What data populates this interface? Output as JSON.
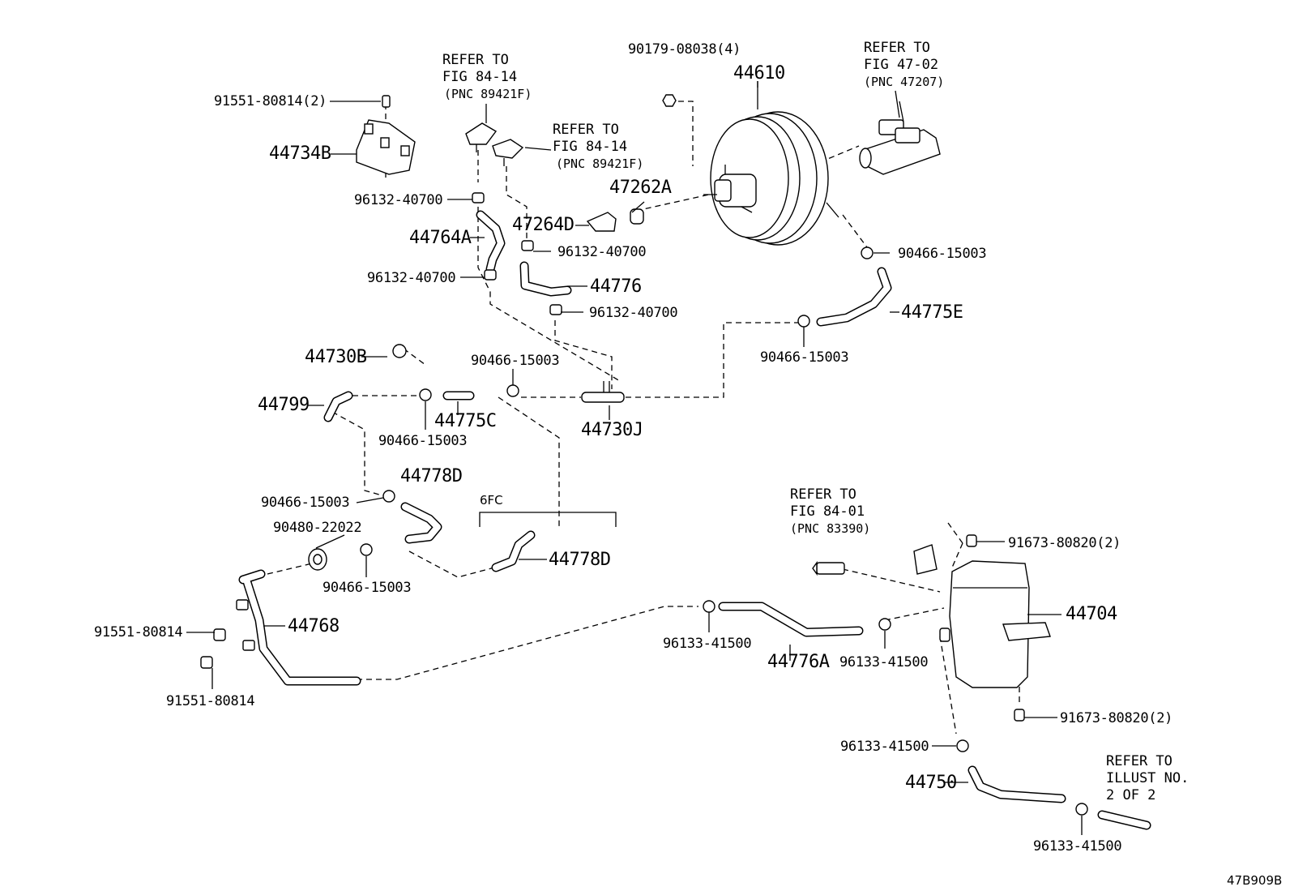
{
  "labels": {
    "p_44610": "44610",
    "p_44734B": "44734B",
    "p_44764A": "44764A",
    "p_47264D": "47264D",
    "p_47262A": "47262A",
    "p_44776": "44776",
    "p_44775E": "44775E",
    "p_44730B": "44730B",
    "p_44799": "44799",
    "p_44775C": "44775C",
    "p_44730J": "44730J",
    "p_44778D_a": "44778D",
    "p_44778D_b": "44778D",
    "p_44768": "44768",
    "p_44776A": "44776A",
    "p_44704": "44704",
    "p_44750": "44750",
    "n_91551_80814_2": "91551-80814(2)",
    "n_90179_08038_4": "90179-08038(4)",
    "n_96132_40700_a": "96132-40700",
    "n_96132_40700_b": "96132-40700",
    "n_96132_40700_c": "96132-40700",
    "n_96132_40700_d": "96132-40700",
    "n_90466_15003_a": "90466-15003",
    "n_90466_15003_b": "90466-15003",
    "n_90466_15003_c": "90466-15003",
    "n_90466_15003_d": "90466-15003",
    "n_90466_15003_e": "90466-15003",
    "n_90466_15003_f": "90466-15003",
    "n_90480_22022": "90480-22022",
    "n_91551_80814_a": "91551-80814",
    "n_91551_80814_b": "91551-80814",
    "n_96133_41500_a": "96133-41500",
    "n_96133_41500_b": "96133-41500",
    "n_96133_41500_c": "96133-41500",
    "n_96133_41500_d": "96133-41500",
    "n_91673_80820_a": "91673-80820(2)",
    "n_91673_80820_b": "91673-80820(2)",
    "variant_6FC": "6FC",
    "figure_code": "47B909B"
  },
  "references": {
    "ref1": {
      "line1": "REFER TO",
      "line2": "FIG 84-14",
      "line3": "(PNC 89421F)"
    },
    "ref2": {
      "line1": "REFER TO",
      "line2": "FIG 84-14",
      "line3": "(PNC 89421F)"
    },
    "ref3": {
      "line1": "REFER TO",
      "line2": "FIG 47-02",
      "line3": "(PNC 47207)"
    },
    "ref4": {
      "line1": "REFER TO",
      "line2": "FIG 84-01",
      "line3": "(PNC 83390)"
    },
    "ref5": {
      "line1": "REFER TO",
      "line2": "ILLUST NO.",
      "line3": "2 OF 2"
    }
  }
}
